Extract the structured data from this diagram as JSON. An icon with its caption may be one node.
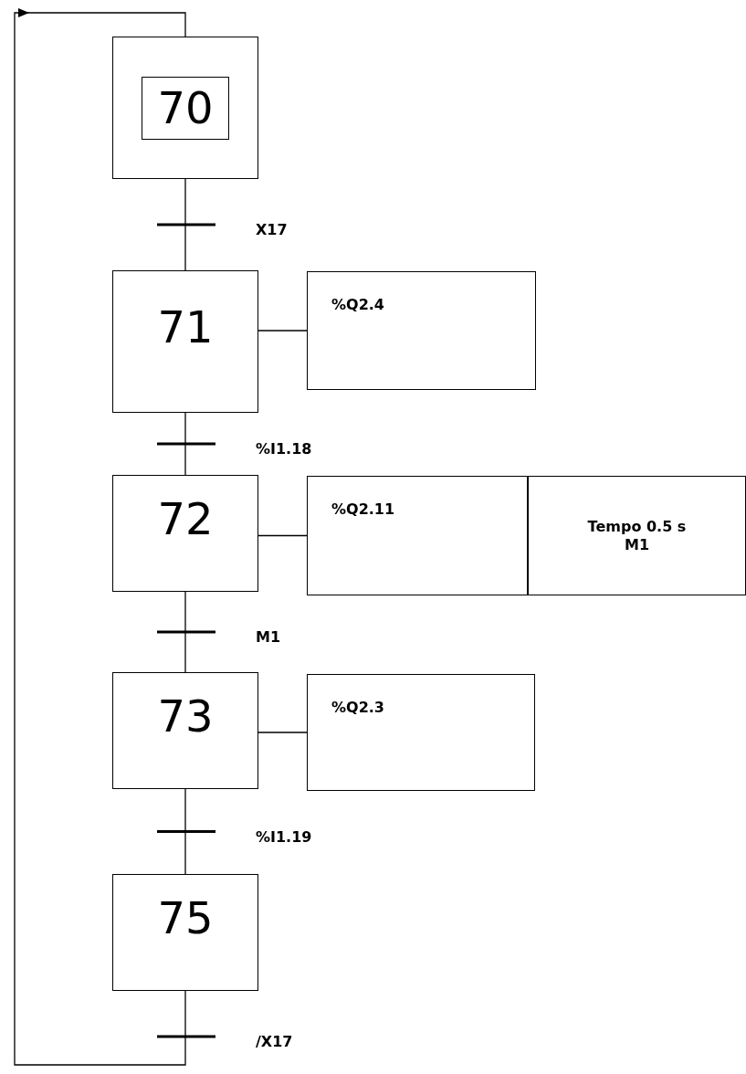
{
  "diagram": {
    "nodes": [
      {
        "text": [
          "70"
        ]
      },
      {
        "text": [
          "71"
        ]
      },
      {
        "text": [
          "%Q2.4"
        ]
      },
      {
        "text": [
          "72"
        ]
      },
      {
        "text": [
          "%Q2.11"
        ]
      },
      {
        "text": [
          "Tempo 0.5 s M1"
        ]
      },
      {
        "text": [
          "73"
        ]
      },
      {
        "text": [
          "%Q2.3"
        ]
      },
      {
        "text": [
          "75"
        ]
      }
    ],
    "edges": [
      {
        "from": 0,
        "to": 1,
        "arrow": "none",
        "label": "X17"
      },
      {
        "from": 1,
        "to": 2,
        "arrow": "none"
      },
      {
        "from": 1,
        "to": 3,
        "arrow": "none",
        "label": "%I1.18"
      },
      {
        "from": 3,
        "to": 4,
        "arrow": "none"
      },
      {
        "from": 3,
        "to": 6,
        "arrow": "none",
        "label": "M1"
      },
      {
        "from": 6,
        "to": 7,
        "arrow": "none"
      },
      {
        "from": 6,
        "to": 8,
        "arrow": "none",
        "label": "%I1.19"
      },
      {
        "from": 8,
        "to": 0,
        "arrow": "to",
        "label": "/X17"
      }
    ]
  }
}
